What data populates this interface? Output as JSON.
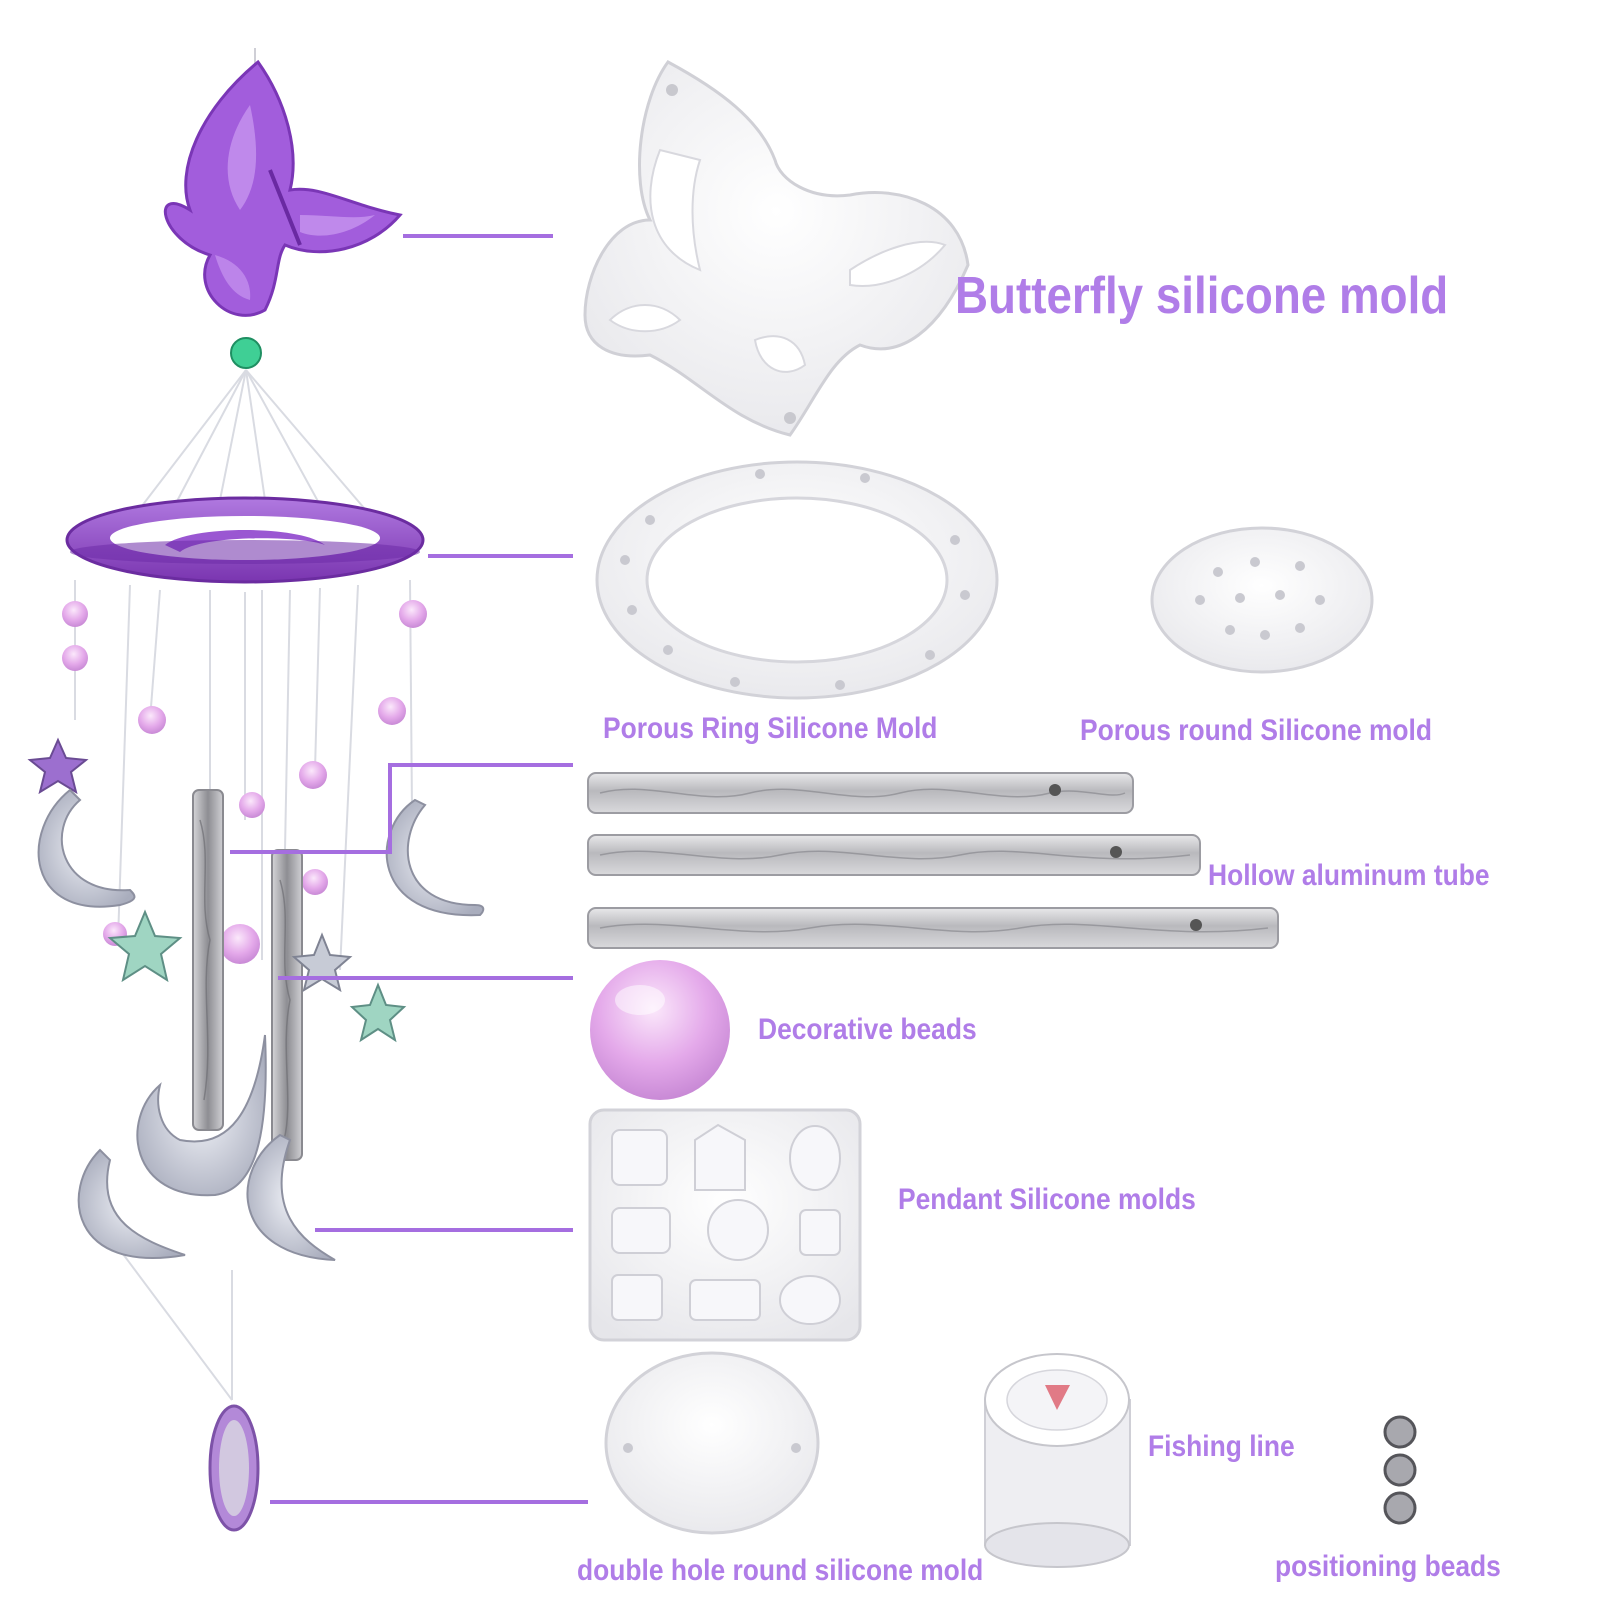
{
  "labels": {
    "butterfly": "Butterfly silicone mold",
    "porous_ring": "Porous Ring Silicone Mold",
    "porous_round": "Porous round Silicone mold",
    "hollow_tube": "Hollow aluminum tube",
    "decorative_beads": "Decorative beads",
    "pendant_molds": "Pendant Silicone molds",
    "double_hole": "double hole round silicone mold",
    "fishing_line": "Fishing line",
    "positioning_beads": "positioning beads"
  },
  "colors": {
    "label": "#b07de8",
    "accent_purple": "#9b4fd6",
    "bead_pink": "#e9b9ee",
    "mold_white": "#f2f2f4"
  }
}
